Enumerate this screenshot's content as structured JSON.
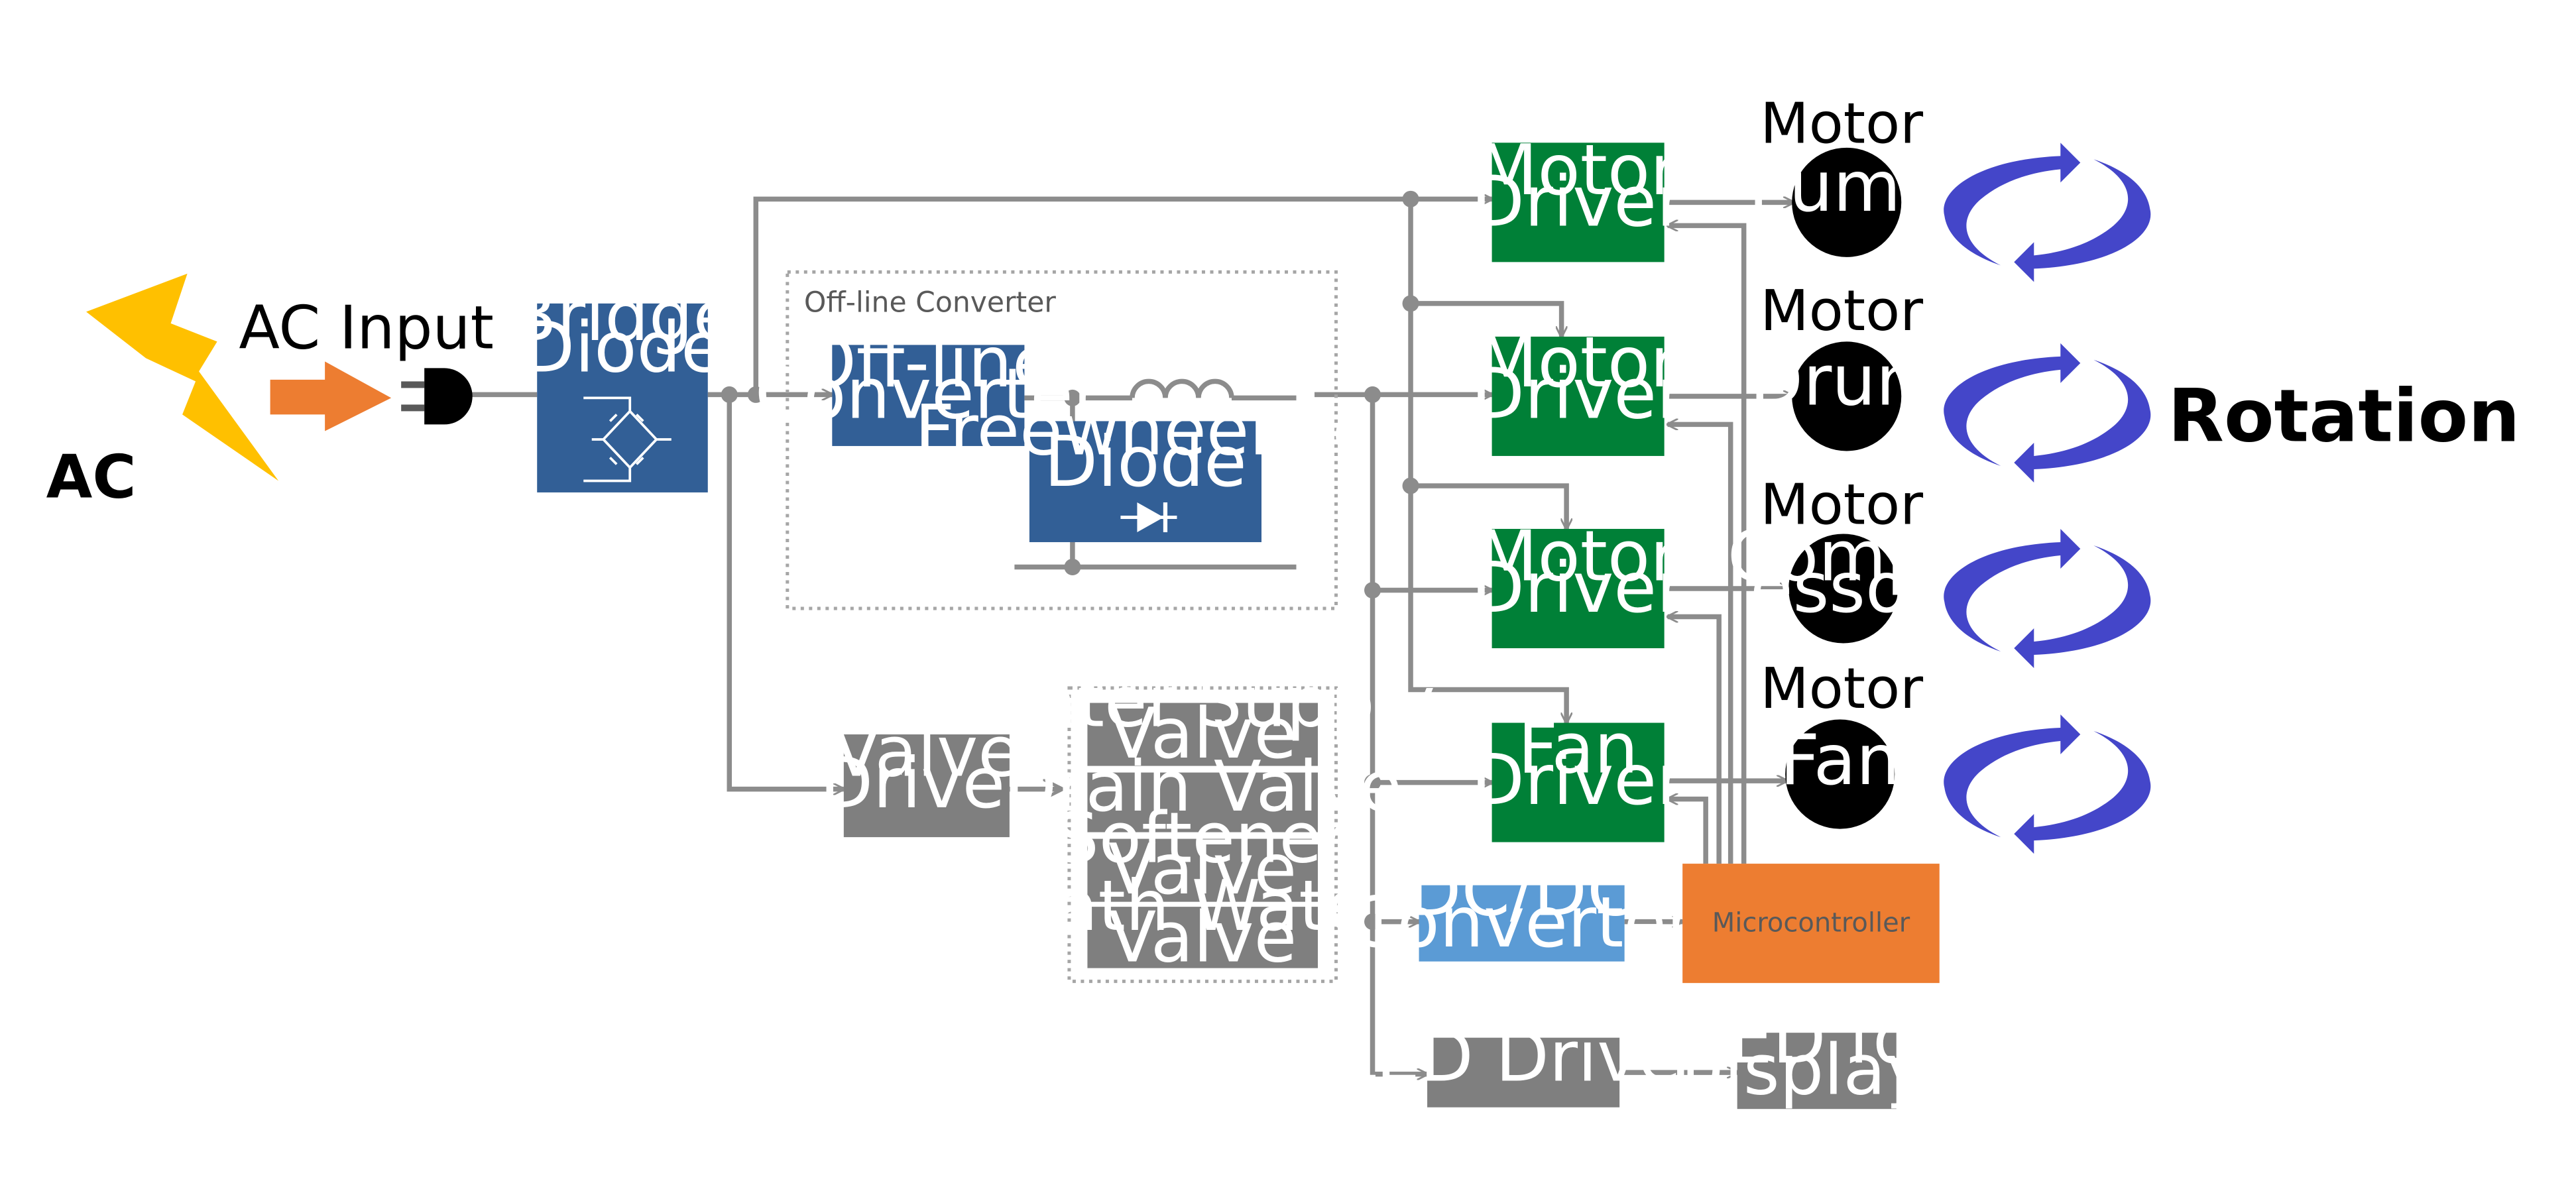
{
  "labels": {
    "ac": "AC",
    "ac_input": "AC Input",
    "rotation": "Rotation",
    "offline_group": "Off-line Converter"
  },
  "blocks": {
    "bridge_diode": [
      "Bridge",
      "Diode"
    ],
    "offline_converter": [
      "Off-line",
      "Converter"
    ],
    "freewheeling_diode": [
      "Freewheeling",
      "Diode"
    ],
    "valve_driver": [
      "Valve",
      "Driver"
    ],
    "water_supply_valve": [
      "Water Supply",
      "Valve"
    ],
    "drain_valve": [
      "Drain Valve"
    ],
    "softener_valve": [
      "Softener",
      "Valve"
    ],
    "bath_water_valve": [
      "Bath Water",
      "Valve"
    ],
    "motor_driver_pump": [
      "Motor",
      "Driver"
    ],
    "motor_driver_drum": [
      "Motor",
      "Driver"
    ],
    "motor_driver_compressor": [
      "Motor",
      "Driver"
    ],
    "fan_driver": [
      "Fan",
      "Driver"
    ],
    "dcdc_converter": [
      "DC/DC",
      "Converter"
    ],
    "microcontroller": [
      "Microcontroller"
    ],
    "led_driver": [
      "LED Driver"
    ],
    "led_displays": [
      "LED for",
      "Displays"
    ]
  },
  "motors": [
    {
      "heading": "Motor",
      "name": [
        "Pump"
      ]
    },
    {
      "heading": "Motor",
      "name": [
        "Drum"
      ]
    },
    {
      "heading": "Motor",
      "name": [
        "Compr",
        "essor"
      ]
    },
    {
      "heading": "Motor",
      "name": [
        "Fan"
      ]
    }
  ],
  "colors": {
    "power_block": "#325f96",
    "motor_driver": "#008037",
    "valve_block": "#7f7f7f",
    "dcdc": "#5b9bd5",
    "microcontroller": "#ed7d31",
    "rotation_arrow": "#4446c9",
    "lightning": "#ffc000",
    "wire": "#8c8c8c"
  },
  "icons": {
    "lightning": "lightning-bolt-icon",
    "plug": "plug-icon",
    "rotation": "rotation-arrows-icon"
  }
}
